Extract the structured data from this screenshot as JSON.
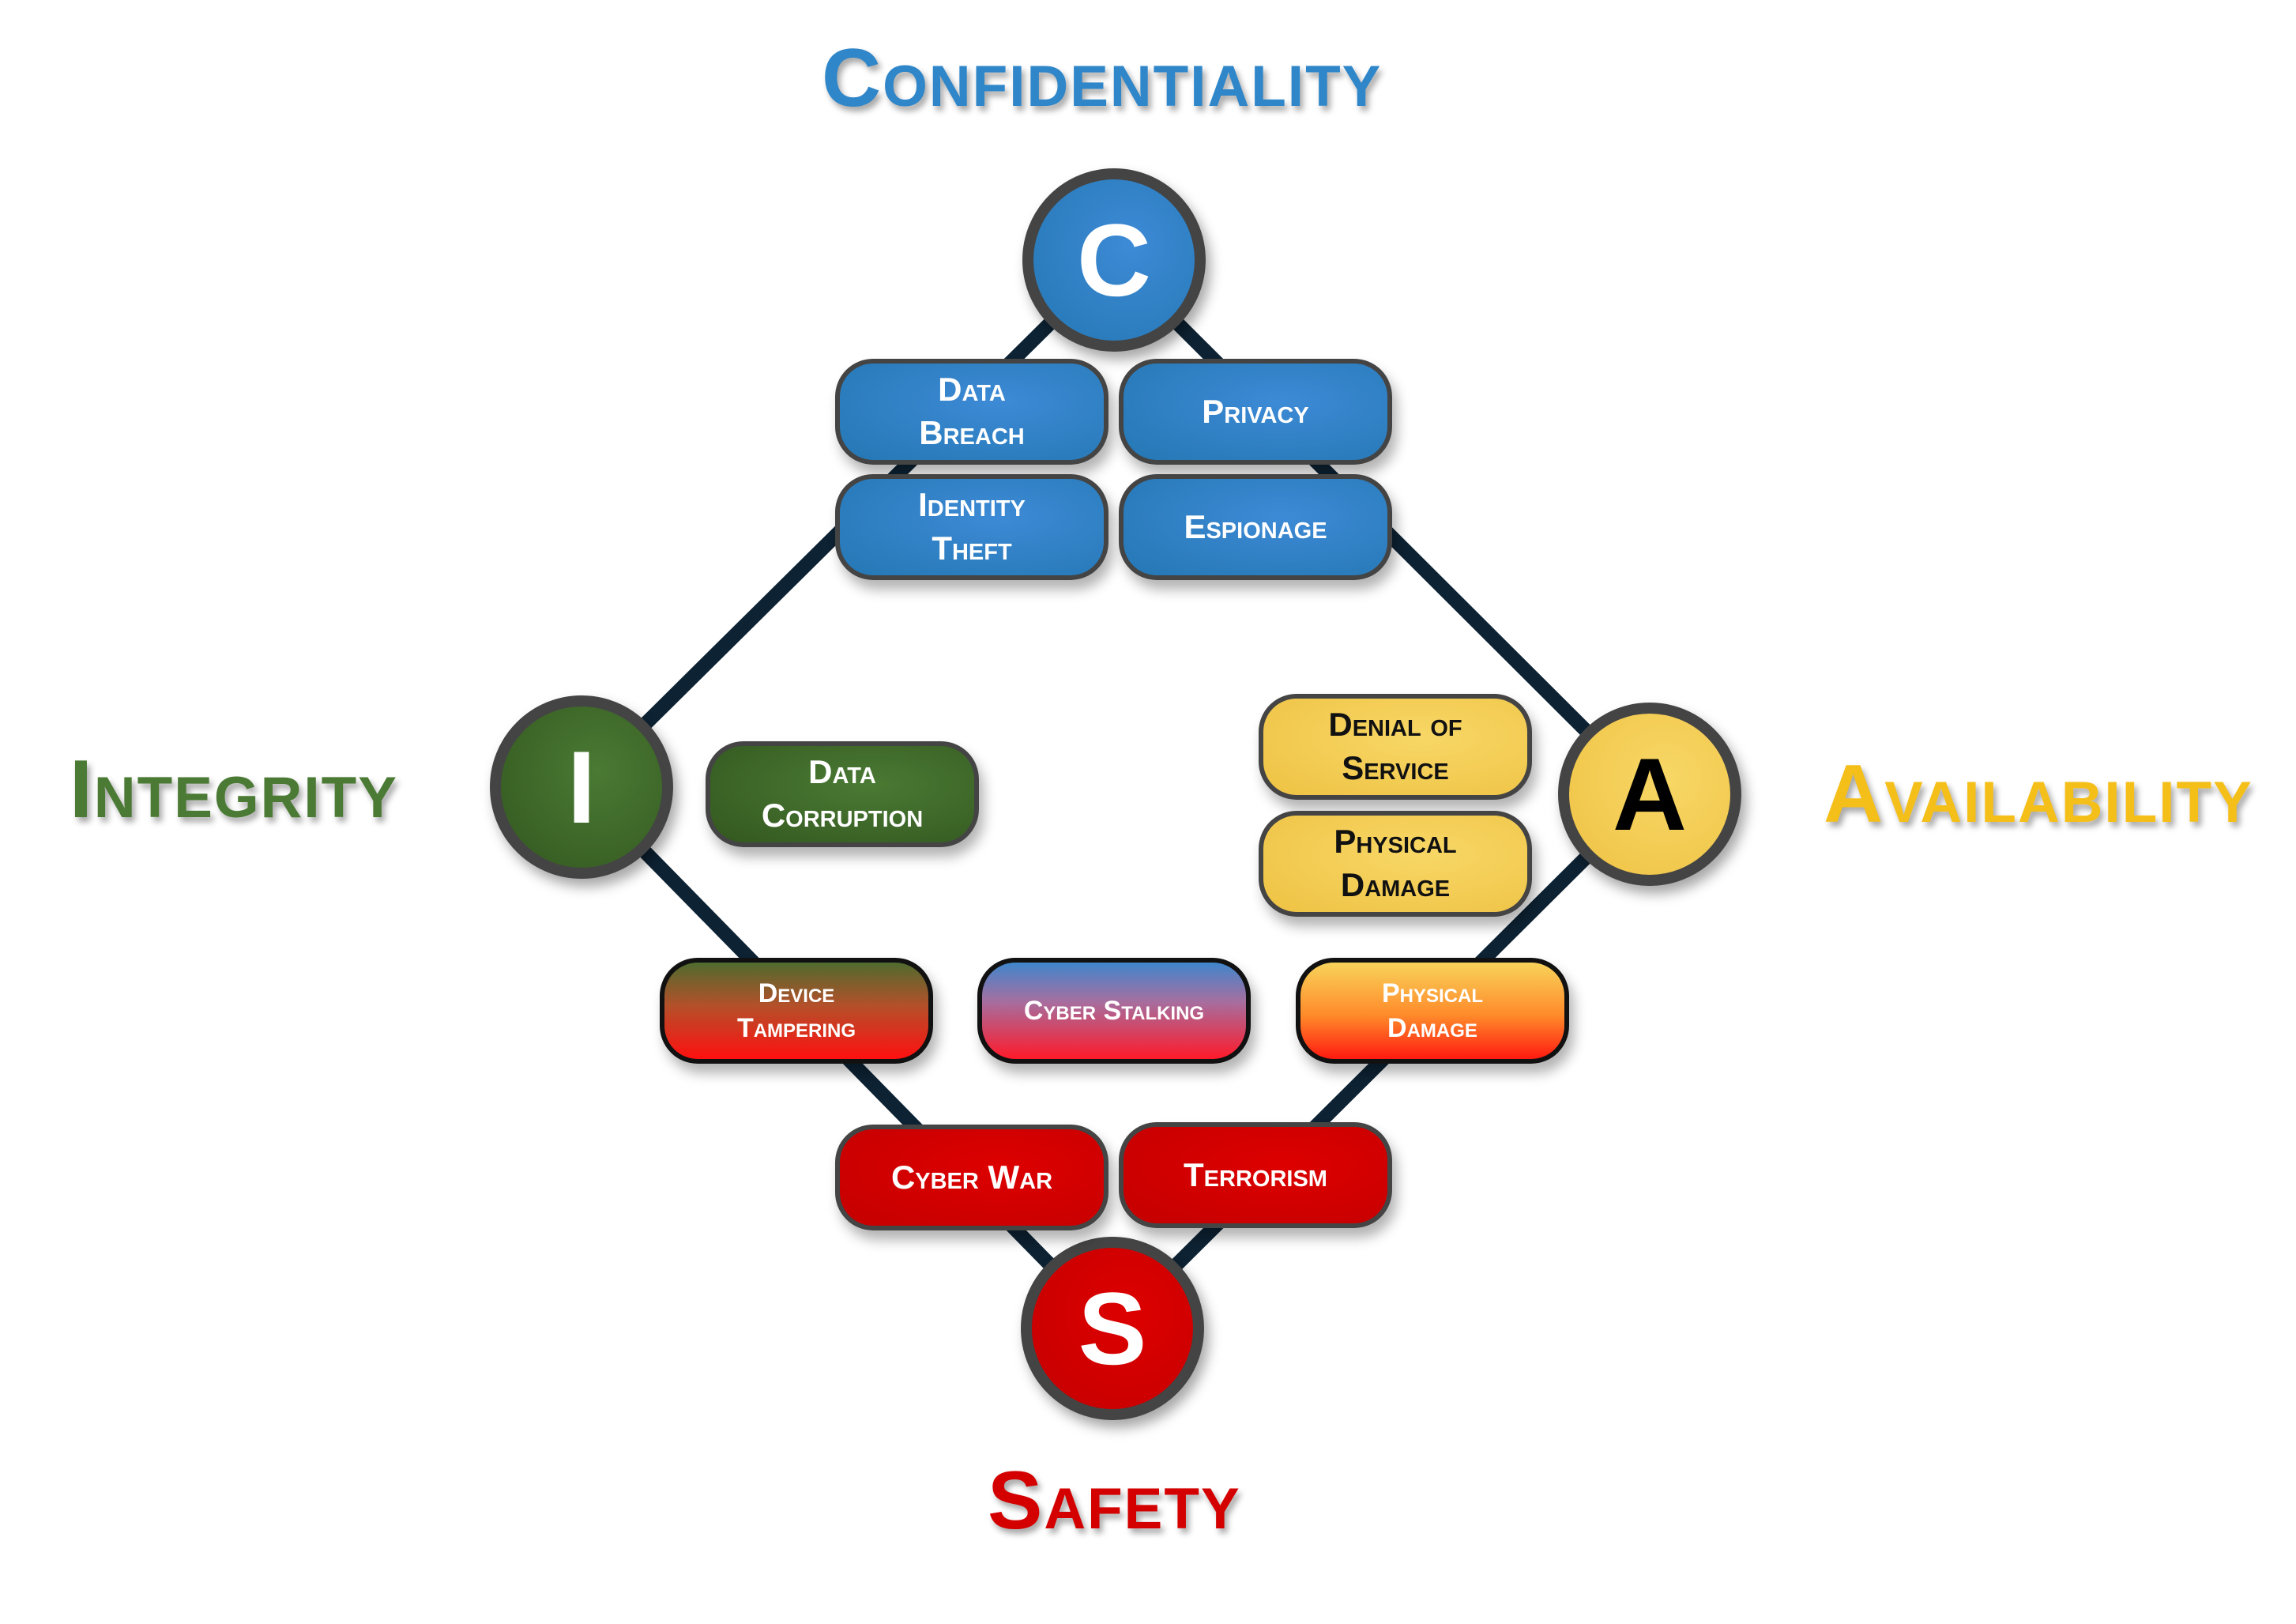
{
  "titles": {
    "confidentiality": "Confidentiality",
    "integrity": "Integrity",
    "availability": "Availability",
    "safety": "Safety"
  },
  "nodes": {
    "c": "C",
    "i": "I",
    "a": "A",
    "s": "S"
  },
  "colors": {
    "confidentiality": "#2f86c9",
    "integrity": "#4a7a34",
    "availability": "#f5bf1a",
    "safety": "#d40000",
    "connector": "#0d2233"
  },
  "confidentiality_threats": [
    {
      "line1": "Data",
      "line2": "Breach"
    },
    {
      "line1": "Privacy",
      "line2": ""
    },
    {
      "line1": "Identity",
      "line2": "Theft"
    },
    {
      "line1": "Espionage",
      "line2": ""
    }
  ],
  "integrity_threats": [
    {
      "line1": "Data",
      "line2": "Corruption"
    }
  ],
  "availability_threats": [
    {
      "line1": "Denial of",
      "line2": "Service"
    },
    {
      "line1": "Physical",
      "line2": "Damage"
    }
  ],
  "crossover_threats": [
    {
      "line1": "Device",
      "line2": "Tampering"
    },
    {
      "line1": "Cyber Stalking",
      "line2": ""
    },
    {
      "line1": "Physical",
      "line2": "Damage"
    }
  ],
  "safety_threats": [
    {
      "line1": "Cyber War",
      "line2": ""
    },
    {
      "line1": "Terrorism",
      "line2": ""
    }
  ]
}
